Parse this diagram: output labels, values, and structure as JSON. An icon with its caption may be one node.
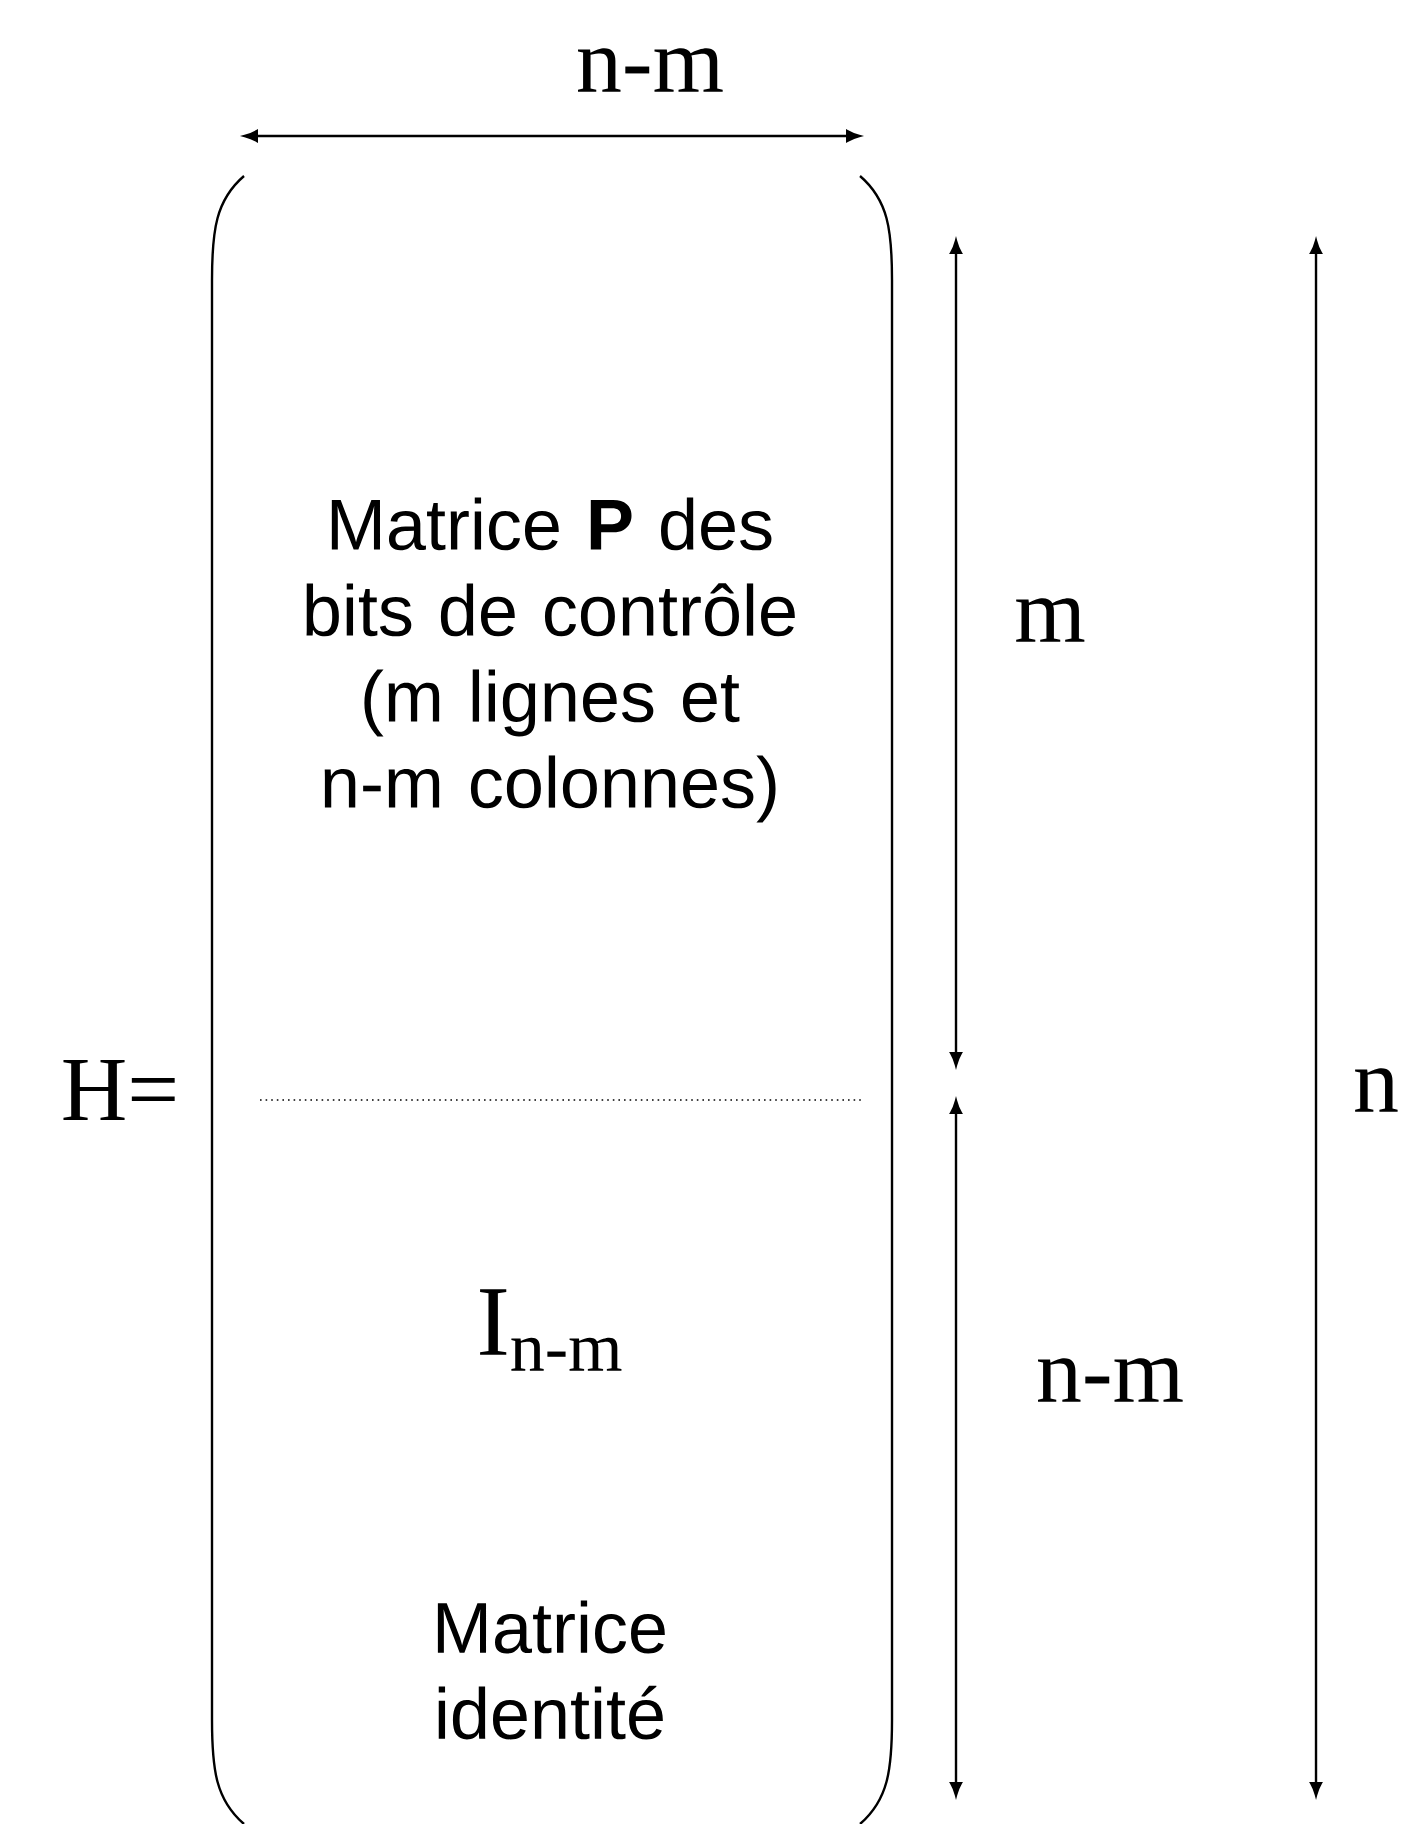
{
  "diagram": {
    "labels": [
      "n-m",
      "H=",
      "Matrice **P** des bits de contrôle (m lignes et n-m colonnes)",
      "m",
      "n",
      "I$_{n-m}$",
      "n-m",
      "Matrice identité"
    ]
  }
}
